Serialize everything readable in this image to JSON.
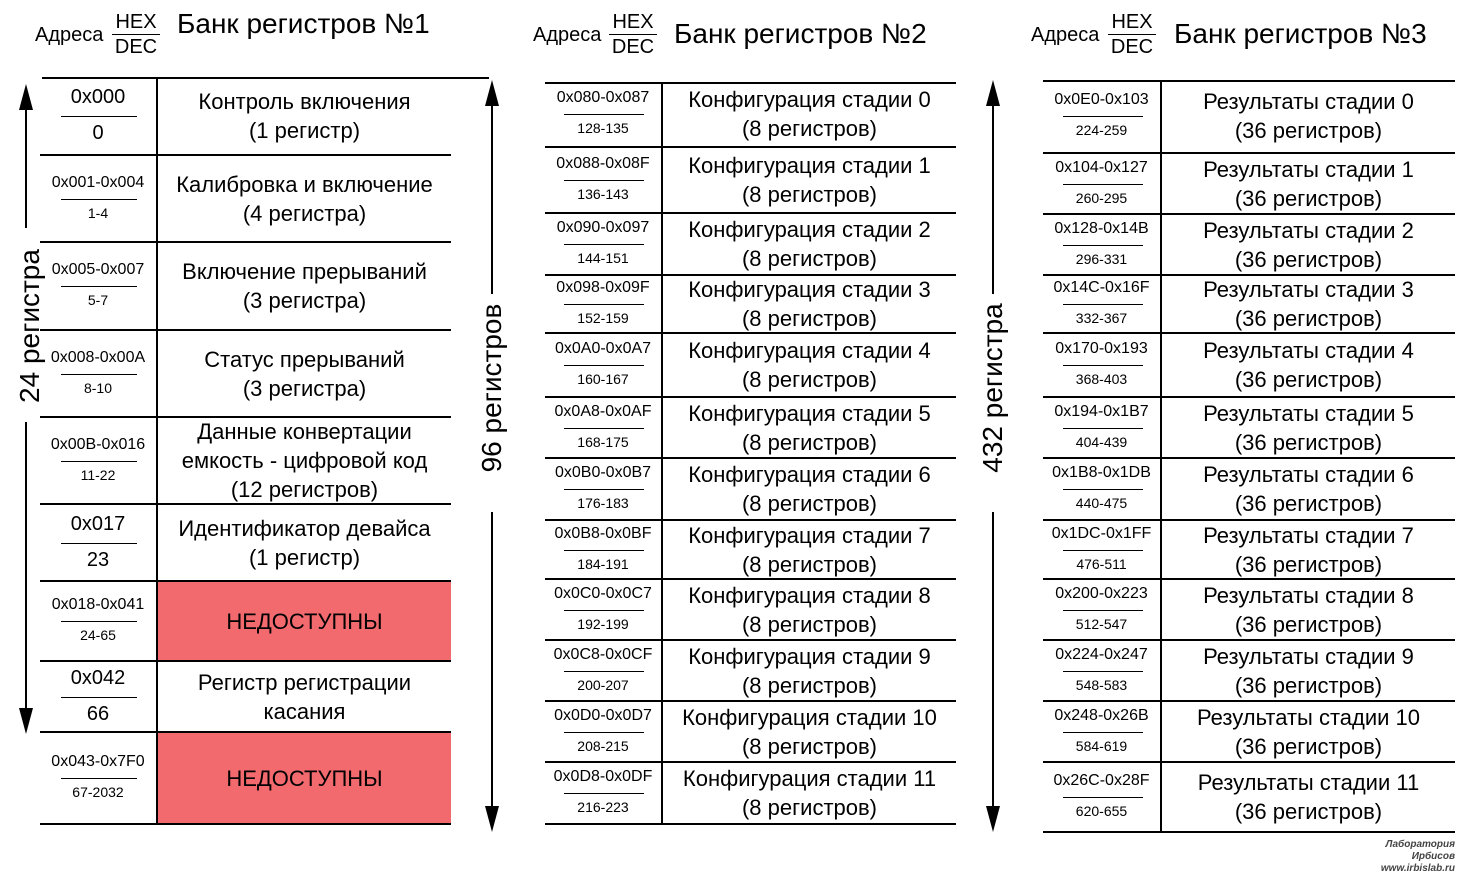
{
  "header": {
    "addr_label": "Адреса",
    "hex_label": "HEX",
    "dec_label": "DEC"
  },
  "banks": [
    {
      "title": "Банк регистров №1",
      "count_label": "24 регистра",
      "rows": [
        {
          "hex": "0x000",
          "dec": "0",
          "lines": [
            "Контроль включения",
            "(1 регистр)"
          ]
        },
        {
          "hex": "0x001-0x004",
          "dec": "1-4",
          "lines": [
            "Калибровка и включение",
            "(4 регистра)"
          ]
        },
        {
          "hex": "0x005-0x007",
          "dec": "5-7",
          "lines": [
            "Включение прерываний",
            "(3 регистра)"
          ]
        },
        {
          "hex": "0x008-0x00A",
          "dec": "8-10",
          "lines": [
            "Статус прерываний",
            "(3 регистра)"
          ]
        },
        {
          "hex": "0x00B-0x016",
          "dec": "11-22",
          "lines": [
            "Данные конвертации",
            "емкость - цифровой код",
            "(12 регистров)"
          ]
        },
        {
          "hex": "0x017",
          "dec": "23",
          "lines": [
            "Идентификатор девайса",
            "(1 регистр)"
          ]
        },
        {
          "hex": "0x018-0x041",
          "dec": "24-65",
          "lines": [
            "НЕДОСТУПНЫ"
          ],
          "unavailable": true
        },
        {
          "hex": "0x042",
          "dec": "66",
          "lines": [
            "Регистр регистрации",
            "касания"
          ]
        },
        {
          "hex": "0x043-0x7F0",
          "dec": "67-2032",
          "lines": [
            "НЕДОСТУПНЫ"
          ],
          "unavailable": true
        }
      ]
    },
    {
      "title": "Банк регистров №2",
      "count_label": "96 регистров",
      "rows": [
        {
          "hex": "0x080-0x087",
          "dec": "128-135",
          "lines": [
            "Конфигурация стадии 0",
            "(8 регистров)"
          ]
        },
        {
          "hex": "0x088-0x08F",
          "dec": "136-143",
          "lines": [
            "Конфигурация стадии 1",
            "(8 регистров)"
          ]
        },
        {
          "hex": "0x090-0x097",
          "dec": "144-151",
          "lines": [
            "Конфигурация стадии 2",
            "(8 регистров)"
          ]
        },
        {
          "hex": "0x098-0x09F",
          "dec": "152-159",
          "lines": [
            "Конфигурация стадии 3",
            "(8 регистров)"
          ]
        },
        {
          "hex": "0x0A0-0x0A7",
          "dec": "160-167",
          "lines": [
            "Конфигурация стадии 4",
            "(8 регистров)"
          ]
        },
        {
          "hex": "0x0A8-0x0AF",
          "dec": "168-175",
          "lines": [
            "Конфигурация стадии 5",
            "(8 регистров)"
          ]
        },
        {
          "hex": "0x0B0-0x0B7",
          "dec": "176-183",
          "lines": [
            "Конфигурация стадии 6",
            "(8 регистров)"
          ]
        },
        {
          "hex": "0x0B8-0x0BF",
          "dec": "184-191",
          "lines": [
            "Конфигурация стадии 7",
            "(8 регистров)"
          ]
        },
        {
          "hex": "0x0C0-0x0C7",
          "dec": "192-199",
          "lines": [
            "Конфигурация стадии 8",
            "(8 регистров)"
          ]
        },
        {
          "hex": "0x0C8-0x0CF",
          "dec": "200-207",
          "lines": [
            "Конфигурация стадии 9",
            "(8 регистров)"
          ]
        },
        {
          "hex": "0x0D0-0x0D7",
          "dec": "208-215",
          "lines": [
            "Конфигурация стадии 10",
            "(8 регистров)"
          ]
        },
        {
          "hex": "0x0D8-0x0DF",
          "dec": "216-223",
          "lines": [
            "Конфигурация стадии 11",
            "(8 регистров)"
          ]
        }
      ]
    },
    {
      "title": "Банк регистров №3",
      "count_label": "432 регистра",
      "rows": [
        {
          "hex": "0x0E0-0x103",
          "dec": "224-259",
          "lines": [
            "Результаты стадии 0",
            "(36 регистров)"
          ]
        },
        {
          "hex": "0x104-0x127",
          "dec": "260-295",
          "lines": [
            "Результаты стадии 1",
            "(36 регистров)"
          ]
        },
        {
          "hex": "0x128-0x14B",
          "dec": "296-331",
          "lines": [
            "Результаты стадии 2",
            "(36 регистров)"
          ]
        },
        {
          "hex": "0x14C-0x16F",
          "dec": "332-367",
          "lines": [
            "Результаты стадии 3",
            "(36 регистров)"
          ]
        },
        {
          "hex": "0x170-0x193",
          "dec": "368-403",
          "lines": [
            "Результаты стадии 4",
            "(36 регистров)"
          ]
        },
        {
          "hex": "0x194-0x1B7",
          "dec": "404-439",
          "lines": [
            "Результаты стадии 5",
            "(36 регистров)"
          ]
        },
        {
          "hex": "0x1B8-0x1DB",
          "dec": "440-475",
          "lines": [
            "Результаты стадии 6",
            "(36 регистров)"
          ]
        },
        {
          "hex": "0x1DC-0x1FF",
          "dec": "476-511",
          "lines": [
            "Результаты стадии 7",
            "(36 регистров)"
          ]
        },
        {
          "hex": "0x200-0x223",
          "dec": "512-547",
          "lines": [
            "Результаты стадии 8",
            "(36 регистров)"
          ]
        },
        {
          "hex": "0x224-0x247",
          "dec": "548-583",
          "lines": [
            "Результаты стадии 9",
            "(36 регистров)"
          ]
        },
        {
          "hex": "0x248-0x26B",
          "dec": "584-619",
          "lines": [
            "Результаты стадии 10",
            "(36 регистров)"
          ]
        },
        {
          "hex": "0x26C-0x28F",
          "dec": "620-655",
          "lines": [
            "Результаты стадии 11",
            "(36 регистров)"
          ]
        }
      ]
    }
  ],
  "colors": {
    "unavailable": "#f26a6e"
  },
  "watermark": [
    "Лаборатория",
    "Ирбисов",
    "www.irbislab.ru"
  ]
}
